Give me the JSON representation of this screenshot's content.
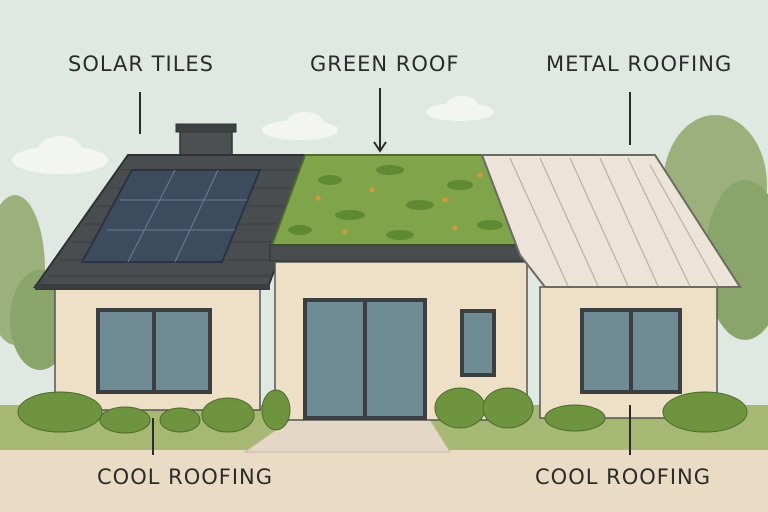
{
  "labels": {
    "solar_tiles": "SOLAR TILES",
    "green_roof": "GREEN ROOF",
    "metal_roofing": "METAL ROOFING",
    "cool_roofing_left": "COOL ROOFING",
    "cool_roofing_right": "COOL ROOFING"
  },
  "colors": {
    "sky": "#dfe9e2",
    "ground": "#eadcc4",
    "grass": "#a6b873",
    "shingle": "#4a4d50",
    "solar": "#3c4b5e",
    "green_roof": "#7fa44a",
    "metal": "#ece4d8",
    "wall": "#ede0c7",
    "window": "#6f8c94"
  }
}
